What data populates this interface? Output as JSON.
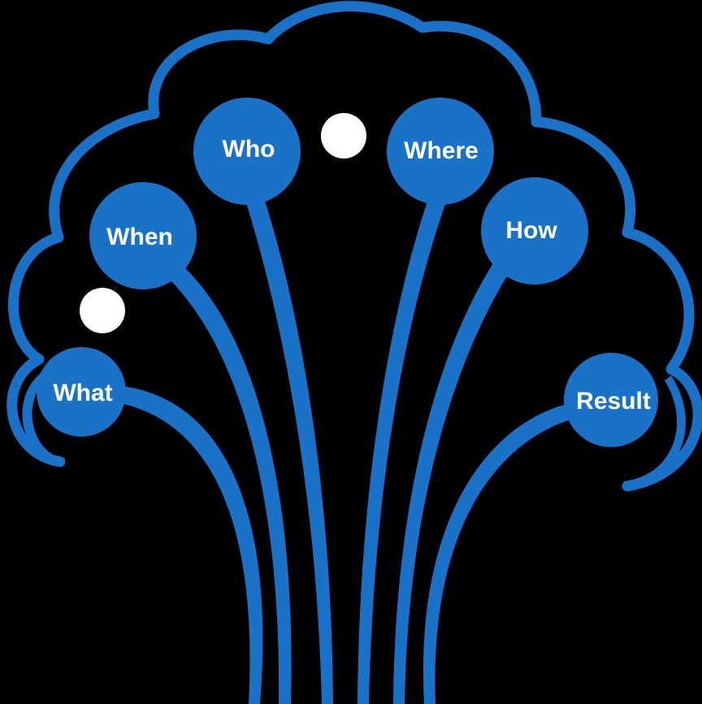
{
  "colors": {
    "background": "#000000",
    "tree": "#1a72c8",
    "label": "#ffffff",
    "bubble": "#ffffff"
  },
  "nodes": [
    {
      "id": "what",
      "label": "What"
    },
    {
      "id": "when",
      "label": "When"
    },
    {
      "id": "who",
      "label": "Who"
    },
    {
      "id": "where",
      "label": "Where"
    },
    {
      "id": "how",
      "label": "How"
    },
    {
      "id": "result",
      "label": "Result"
    }
  ]
}
